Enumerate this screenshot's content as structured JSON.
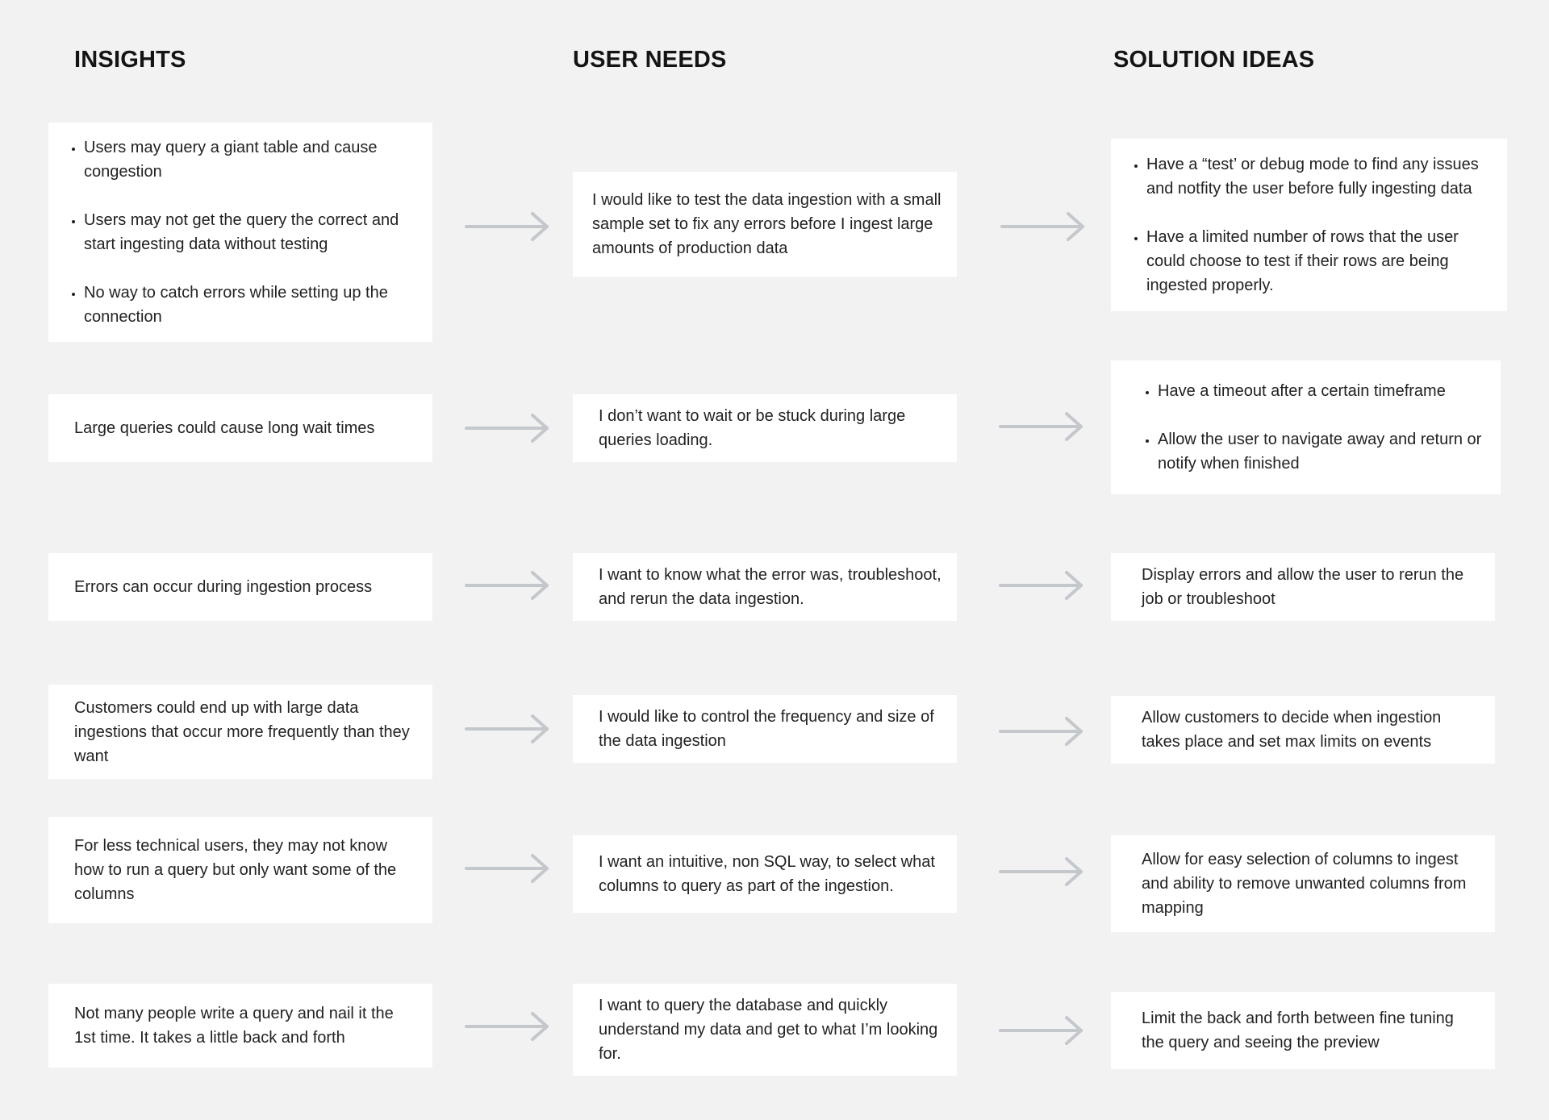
{
  "columns": {
    "insights": "INSIGHTS",
    "user_needs": "USER NEEDS",
    "solution_ideas": "SOLUTION IDEAS"
  },
  "rows": [
    {
      "insight": [
        "Users may query a giant table and cause congestion",
        "Users may not get the query the correct and start ingesting data without testing",
        "No way to catch errors while setting up the connection"
      ],
      "need": "I would like to test the data ingestion with a small sample set to fix any errors before I ingest large amounts of production data",
      "idea": [
        "Have a “test’ or debug mode to find any issues and notfity the user before fully ingesting data",
        "Have a limited number of rows that the user could choose to test if their rows are being ingested properly."
      ]
    },
    {
      "insight": "Large queries could cause long wait times",
      "need": "I don’t want to wait or be stuck during large queries loading.",
      "idea": [
        "Have a timeout after a certain timeframe",
        "Allow the user to navigate away and return or notify when finished"
      ]
    },
    {
      "insight": "Errors can occur during ingestion process",
      "need": "I want to know what the error was, troubleshoot, and rerun the data ingestion.",
      "idea": "Display errors and allow the user to rerun the job or troubleshoot"
    },
    {
      "insight": "Customers could end up with large data ingestions that occur more frequently than they want",
      "need": "I would like to control the frequency and size of the data ingestion",
      "idea": "Allow customers to decide when ingestion takes place and set max limits on events"
    },
    {
      "insight": "For less technical users, they may not know how to run a query but only want some of the columns",
      "need": "I want an intuitive, non SQL way, to select what columns to query as part of the ingestion.",
      "idea": "Allow for easy selection of columns to ingest and ability to remove unwanted columns from mapping"
    },
    {
      "insight": "Not many people write a query and nail it the 1st time. It takes a little back and forth",
      "need": "I want to query the database and quickly understand my data and get to what I’m looking for.",
      "idea": "Limit the back and forth between fine tuning the query and seeing the preview"
    }
  ],
  "colors": {
    "background": "#f2f2f2",
    "card": "#ffffff",
    "arrow": "#c4c7cc",
    "text": "#222222"
  }
}
